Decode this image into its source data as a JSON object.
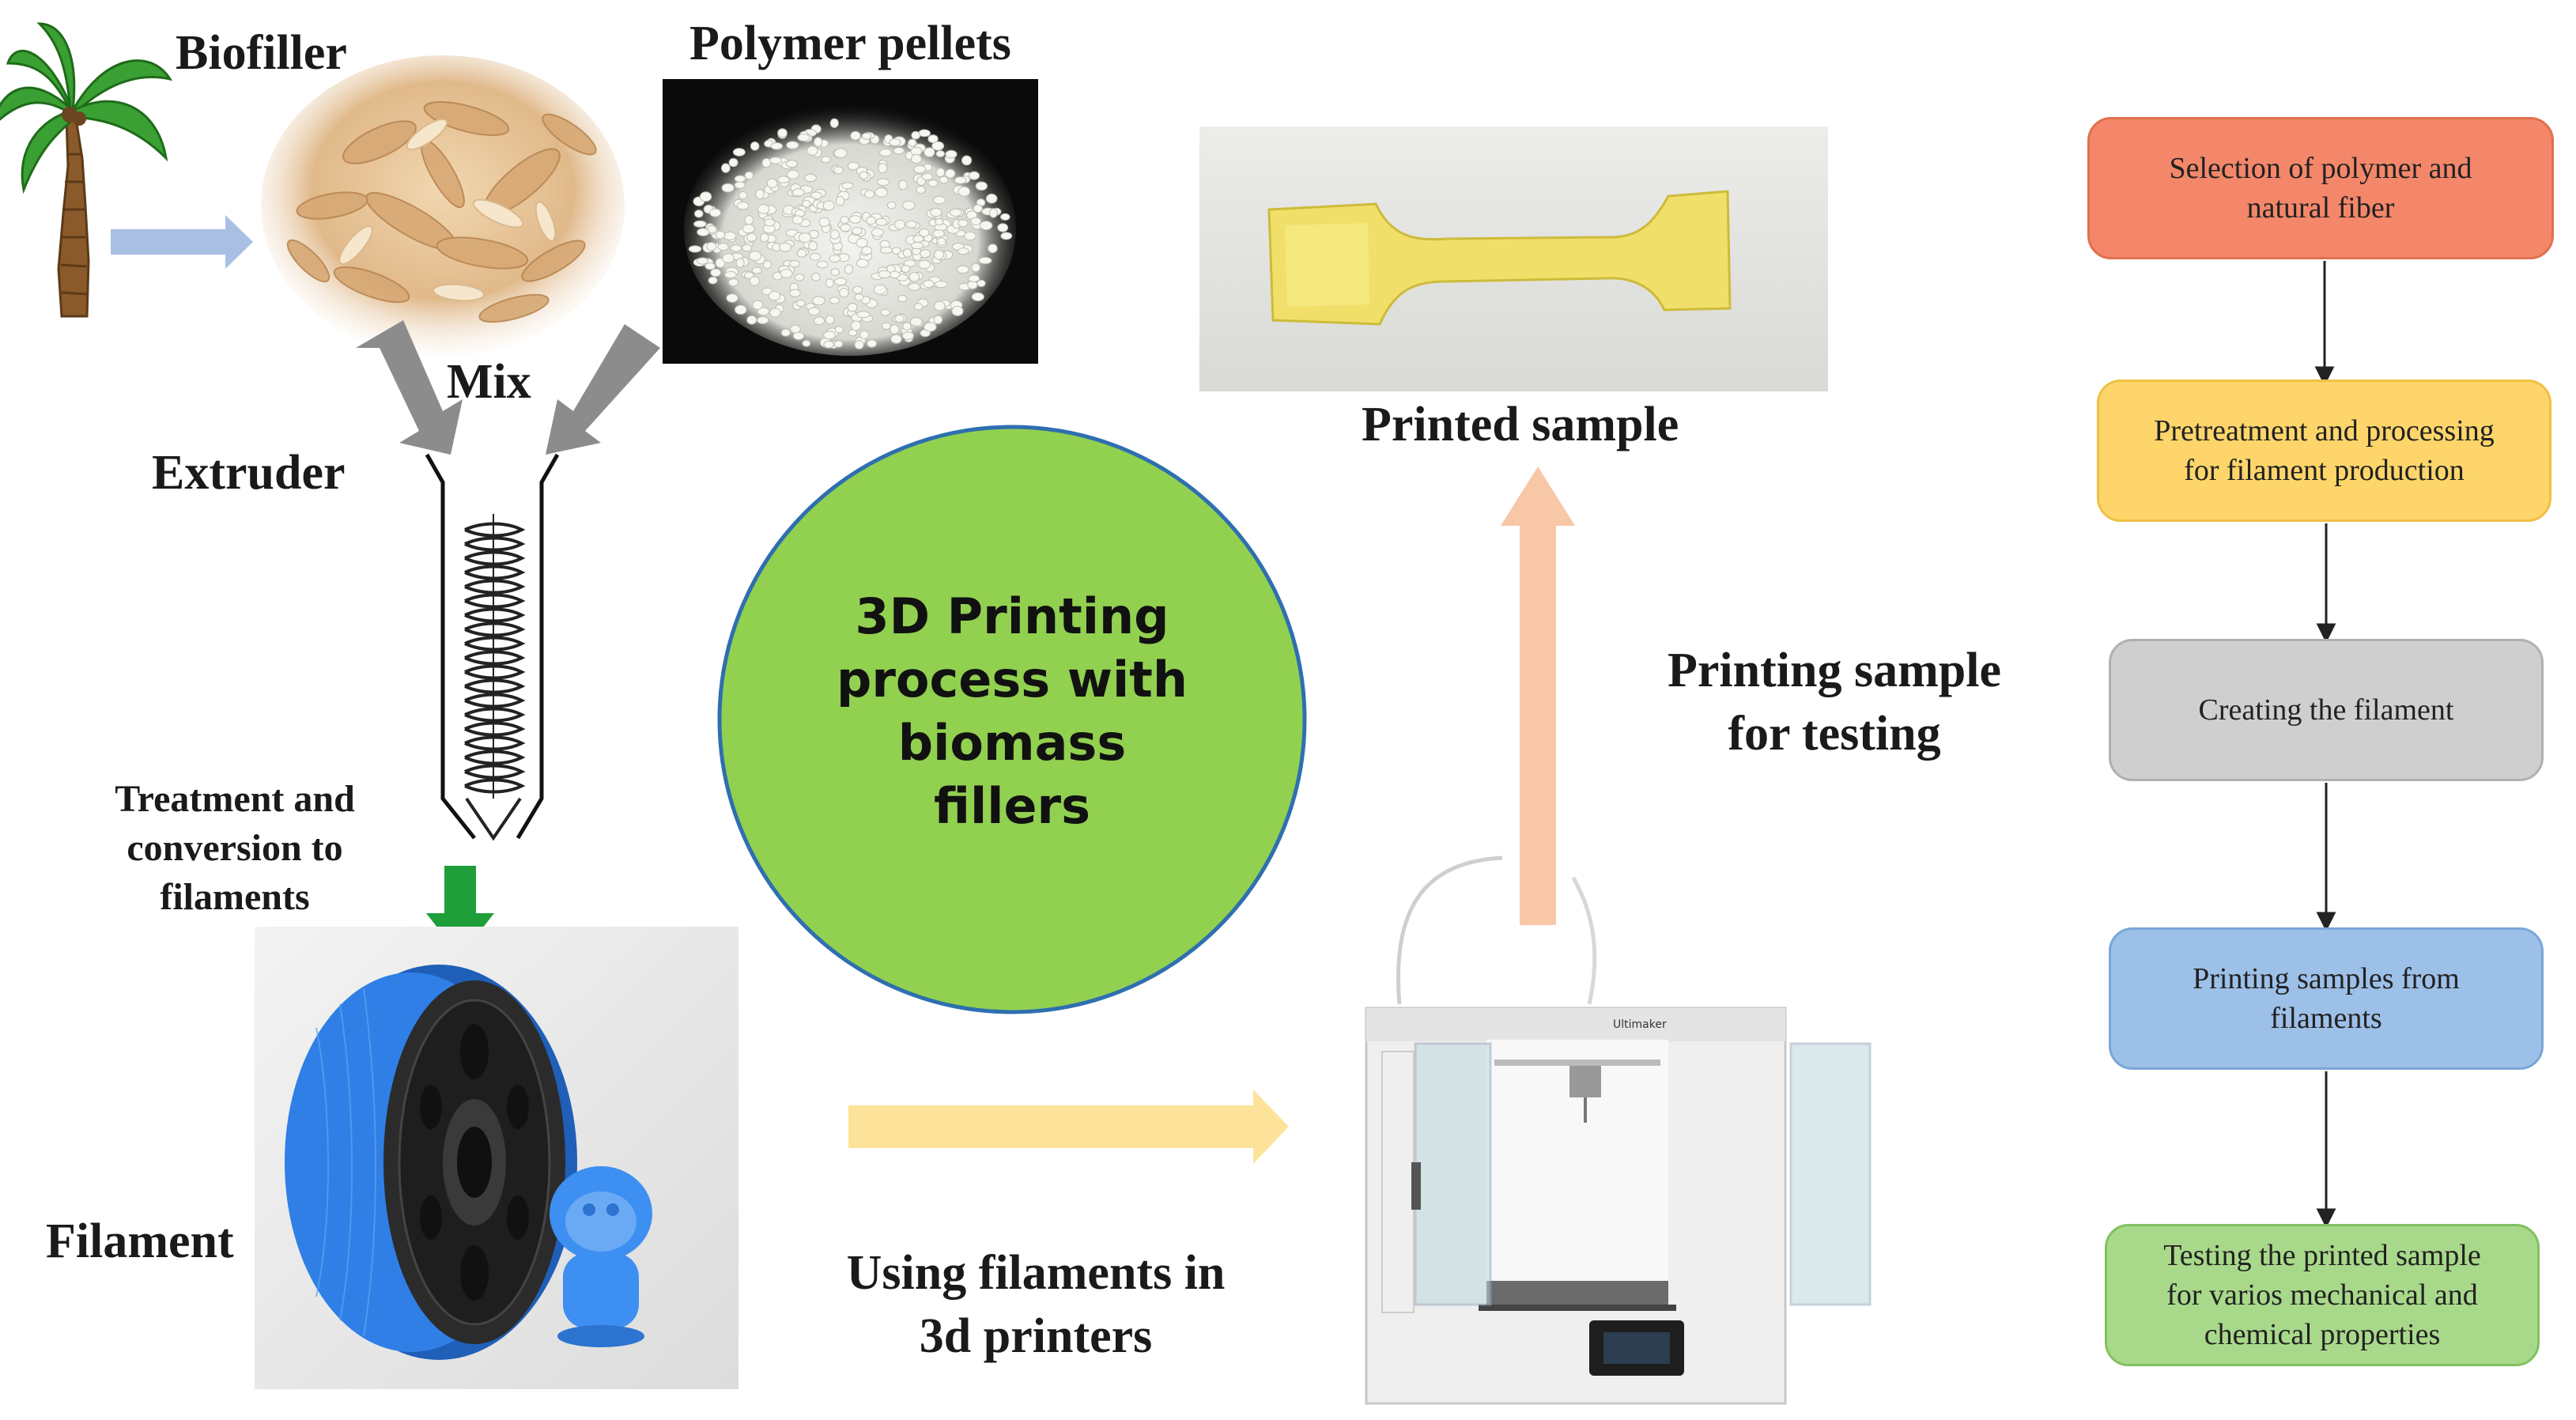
{
  "labels": {
    "biofiller": "Biofiller",
    "polymer_pellets": "Polymer pellets",
    "mix": "Mix",
    "extruder": "Extruder",
    "treatment": "Treatment and\nconversion to\nfilaments",
    "filament": "Filament",
    "using_filaments": "Using filaments in\n3d printers",
    "printed_sample": "Printed sample",
    "printing_sample": "Printing sample\nfor testing",
    "center_title": "3D Printing\nprocess with\nbiomass\nfillers",
    "printer_brand": "Ultimaker"
  },
  "flowchart": {
    "steps": [
      {
        "text": "Selection of polymer and\nnatural fiber",
        "fill": "#f4876a",
        "border": "#e0704e"
      },
      {
        "text": "Pretreatment and processing\nfor filament production",
        "fill": "#fdd56a",
        "border": "#f0c044"
      },
      {
        "text": "Creating the filament",
        "fill": "#cfcfcf",
        "border": "#b0b0b0"
      },
      {
        "text": "Printing  samples from\nfilaments",
        "fill": "#9cc0e8",
        "border": "#7aa6d8"
      },
      {
        "text": "Testing the printed sample\nfor varios mechanical and\nchemical properties",
        "fill": "#a8d98a",
        "border": "#82c061"
      }
    ]
  },
  "colors": {
    "center_circle": "#92d050",
    "center_circle_border": "#2e6fb0",
    "arrow_blue": "#a9bfe3",
    "arrow_green": "#1f9e3a",
    "arrow_yellow": "#fde39a",
    "arrow_peach": "#f8c7a8",
    "arrow_gray": "#8c8c8c",
    "filament_blue": "#2f7fe6",
    "sample_yellow": "#f0e06a"
  }
}
